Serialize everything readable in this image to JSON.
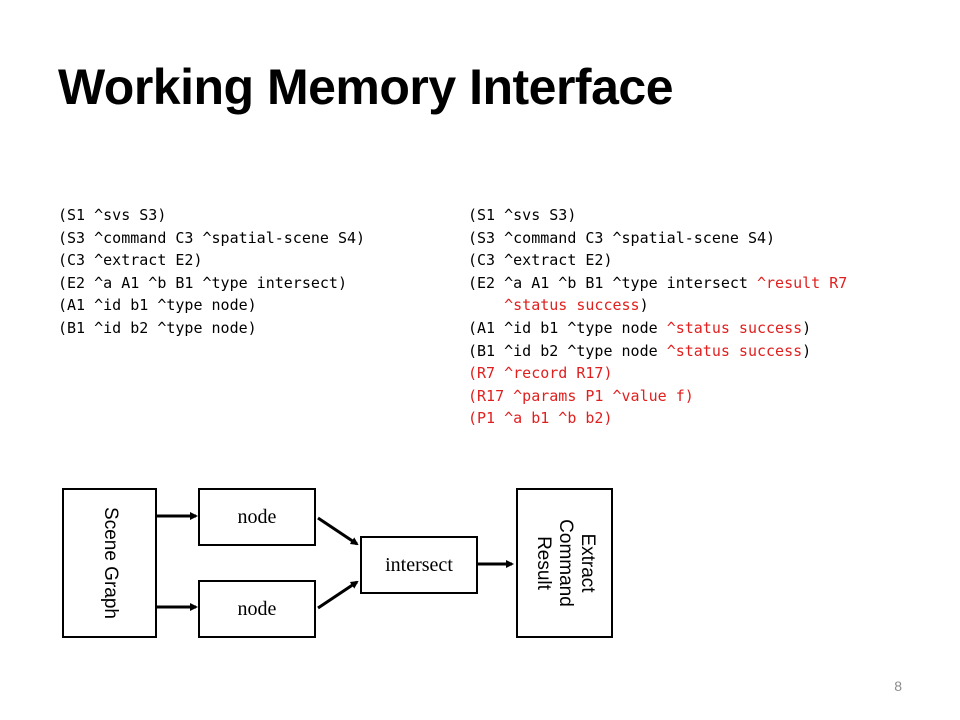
{
  "slide": {
    "title": "Working Memory Interface",
    "page_number": "8"
  },
  "code_left": [
    [
      {
        "t": "(S1 ^svs S3)",
        "red": false
      }
    ],
    [
      {
        "t": "(S3 ^command C3 ^spatial-scene S4)",
        "red": false
      }
    ],
    [
      {
        "t": "(C3 ^extract E2)",
        "red": false
      }
    ],
    [
      {
        "t": "(E2 ^a A1 ^b B1 ^type intersect)",
        "red": false
      }
    ],
    [
      {
        "t": "(A1 ^id b1 ^type node)",
        "red": false
      }
    ],
    [
      {
        "t": "(B1 ^id b2 ^type node)",
        "red": false
      }
    ]
  ],
  "code_right": [
    [
      {
        "t": "(S1 ^svs S3)",
        "red": false
      }
    ],
    [
      {
        "t": "(S3 ^command C3 ^spatial-scene S4)",
        "red": false
      }
    ],
    [
      {
        "t": "(C3 ^extract E2)",
        "red": false
      }
    ],
    [
      {
        "t": "(E2 ^a A1 ^b B1 ^type intersect ",
        "red": false
      },
      {
        "t": "^result R7",
        "red": true
      }
    ],
    [
      {
        "t": "    ",
        "red": false
      },
      {
        "t": "^status success",
        "red": true
      },
      {
        "t": ")",
        "red": false
      }
    ],
    [
      {
        "t": "(A1 ^id b1 ^type node ",
        "red": false
      },
      {
        "t": "^status success",
        "red": true
      },
      {
        "t": ")",
        "red": false
      }
    ],
    [
      {
        "t": "(B1 ^id b2 ^type node ",
        "red": false
      },
      {
        "t": "^status success",
        "red": true
      },
      {
        "t": ")",
        "red": false
      }
    ],
    [
      {
        "t": "(R7 ^record R17)",
        "red": true
      }
    ],
    [
      {
        "t": "(R17 ^params P1 ^value f)",
        "red": true
      }
    ],
    [
      {
        "t": "(P1 ^a b1 ^b b2)",
        "red": true
      }
    ]
  ],
  "diagram": {
    "scene_graph_lines": [
      "Scene Graph"
    ],
    "node_top_label": "node",
    "node_bottom_label": "node",
    "intersect_label": "intersect",
    "extract_lines": [
      "Extract",
      "Command",
      "Result"
    ]
  },
  "colors": {
    "highlight": "#e0201f",
    "text": "#000000",
    "page_number": "#8c8c8c"
  }
}
